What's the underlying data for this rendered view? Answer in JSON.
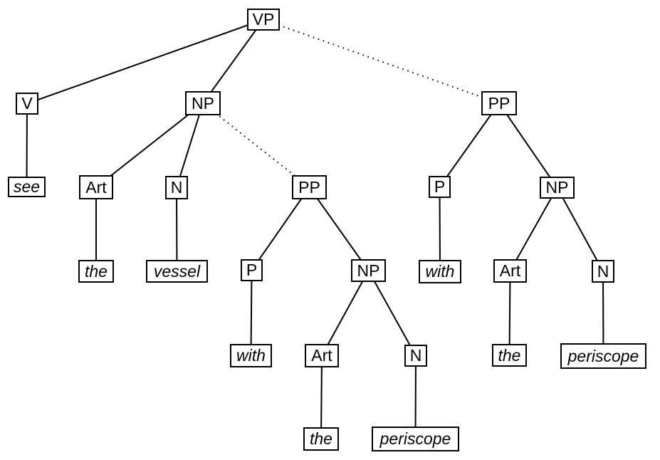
{
  "diagram": {
    "kind": "syntax-parse-tree",
    "colors": {
      "ink": "#000000",
      "background": "#ffffff"
    },
    "nodes": [
      {
        "id": "vp",
        "label": "VP",
        "type": "phrase"
      },
      {
        "id": "v",
        "label": "V",
        "type": "category"
      },
      {
        "id": "np1",
        "label": "NP",
        "type": "phrase"
      },
      {
        "id": "pp_r",
        "label": "PP",
        "type": "phrase"
      },
      {
        "id": "see",
        "label": "see",
        "type": "word"
      },
      {
        "id": "art1",
        "label": "Art",
        "type": "category"
      },
      {
        "id": "n1",
        "label": "N",
        "type": "category"
      },
      {
        "id": "pp_m",
        "label": "PP",
        "type": "phrase"
      },
      {
        "id": "p_r",
        "label": "P",
        "type": "category"
      },
      {
        "id": "np_r",
        "label": "NP",
        "type": "phrase"
      },
      {
        "id": "the1",
        "label": "the",
        "type": "word"
      },
      {
        "id": "vessel",
        "label": "vessel",
        "type": "word"
      },
      {
        "id": "p_m",
        "label": "P",
        "type": "category"
      },
      {
        "id": "np_m",
        "label": "NP",
        "type": "phrase"
      },
      {
        "id": "with_r",
        "label": "with",
        "type": "word"
      },
      {
        "id": "art_r",
        "label": "Art",
        "type": "category"
      },
      {
        "id": "n_r",
        "label": "N",
        "type": "category"
      },
      {
        "id": "with_m",
        "label": "with",
        "type": "word"
      },
      {
        "id": "art_m",
        "label": "Art",
        "type": "category"
      },
      {
        "id": "n_m",
        "label": "N",
        "type": "category"
      },
      {
        "id": "the_r",
        "label": "the",
        "type": "word"
      },
      {
        "id": "periscope_r",
        "label": "periscope",
        "type": "word"
      },
      {
        "id": "the_m",
        "label": "the",
        "type": "word"
      },
      {
        "id": "periscope_m",
        "label": "periscope",
        "type": "word"
      }
    ],
    "edges": [
      {
        "from": "vp",
        "to": "v",
        "style": "solid"
      },
      {
        "from": "vp",
        "to": "np1",
        "style": "solid"
      },
      {
        "from": "vp",
        "to": "pp_r",
        "style": "dotted"
      },
      {
        "from": "v",
        "to": "see",
        "style": "solid"
      },
      {
        "from": "np1",
        "to": "art1",
        "style": "solid"
      },
      {
        "from": "np1",
        "to": "n1",
        "style": "solid"
      },
      {
        "from": "np1",
        "to": "pp_m",
        "style": "dotted"
      },
      {
        "from": "art1",
        "to": "the1",
        "style": "solid"
      },
      {
        "from": "n1",
        "to": "vessel",
        "style": "solid"
      },
      {
        "from": "pp_m",
        "to": "p_m",
        "style": "solid"
      },
      {
        "from": "pp_m",
        "to": "np_m",
        "style": "solid"
      },
      {
        "from": "p_m",
        "to": "with_m",
        "style": "solid"
      },
      {
        "from": "np_m",
        "to": "art_m",
        "style": "solid"
      },
      {
        "from": "np_m",
        "to": "n_m",
        "style": "solid"
      },
      {
        "from": "art_m",
        "to": "the_m",
        "style": "solid"
      },
      {
        "from": "n_m",
        "to": "periscope_m",
        "style": "solid"
      },
      {
        "from": "pp_r",
        "to": "p_r",
        "style": "solid"
      },
      {
        "from": "pp_r",
        "to": "np_r",
        "style": "solid"
      },
      {
        "from": "p_r",
        "to": "with_r",
        "style": "solid"
      },
      {
        "from": "np_r",
        "to": "art_r",
        "style": "solid"
      },
      {
        "from": "np_r",
        "to": "n_r",
        "style": "solid"
      },
      {
        "from": "art_r",
        "to": "the_r",
        "style": "solid"
      },
      {
        "from": "n_r",
        "to": "periscope_r",
        "style": "solid"
      }
    ]
  }
}
